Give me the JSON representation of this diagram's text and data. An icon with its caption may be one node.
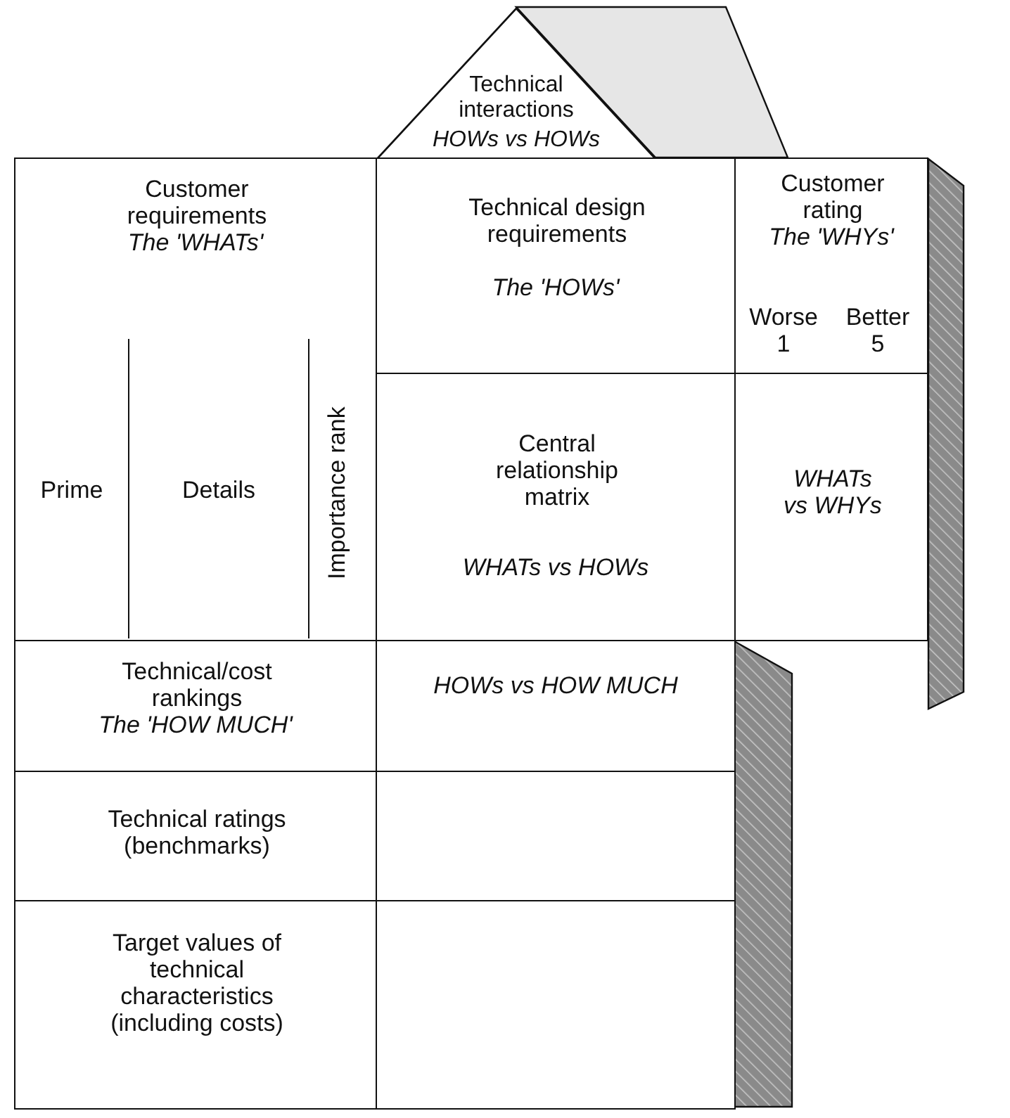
{
  "diagram": {
    "nodes": [
      {
        "text": [
          "Technical interactions",
          "HOWs vs HOWs"
        ]
      },
      {
        "text": [
          "Customer requirements",
          "The 'WHATs'"
        ]
      },
      {
        "text": [
          "Prime"
        ],
        "in": 1
      },
      {
        "text": [
          "Details"
        ],
        "in": 1
      },
      {
        "text": [
          "Importance rank"
        ],
        "in": 1
      },
      {
        "text": [
          "Technical design requirements",
          "The 'HOWs'"
        ]
      },
      {
        "text": [
          "Customer rating",
          "The 'WHYs'",
          "Worse 1",
          "Better 5"
        ]
      },
      {
        "text": [
          "Central relationship matrix",
          "WHATs vs HOWs"
        ]
      },
      {
        "text": [
          "WHATs vs WHYs"
        ]
      },
      {
        "text": [
          "Technical/cost rankings",
          "The 'HOW MUCH'"
        ]
      },
      {
        "text": [
          "HOWs vs HOW MUCH"
        ]
      },
      {
        "text": [
          "Technical ratings (benchmarks)"
        ]
      },
      {
        "text": [],
        "shape": "box"
      },
      {
        "text": [
          "Target values of technical characteristics (including costs)"
        ]
      },
      {
        "text": [],
        "shape": "box"
      }
    ]
  }
}
